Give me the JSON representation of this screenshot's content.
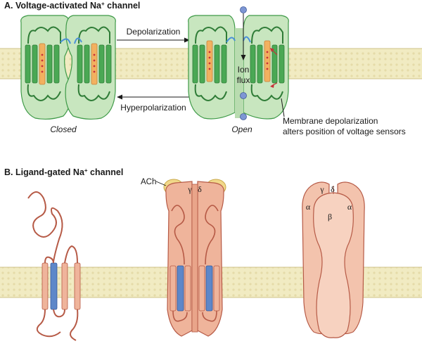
{
  "panel_a": {
    "title": "A. Voltage-activated Na",
    "title_sup": "+",
    "title_suffix": " channel",
    "arrow_top_label": "Depolarization",
    "arrow_bottom_label": "Hyperpolarization",
    "state_closed": "Closed",
    "state_open": "Open",
    "ion_label_1": "Ion",
    "ion_label_2": "flux",
    "note_line_1": "Membrane depolarization",
    "note_line_2": "alters position of voltage sensors"
  },
  "panel_b": {
    "title": "B. Ligand-gated Na",
    "title_sup": "+",
    "title_suffix": " channel",
    "ach_label": "ACh",
    "gamma": "γ",
    "delta": "δ",
    "alpha": "α",
    "beta": "β"
  },
  "colors": {
    "green_fill": "#c8e6bf",
    "green_stroke": "#3f9a48",
    "orange_sensor": "#f2b160",
    "red_dot": "#c8323a",
    "ion_blue": "#7d96d4",
    "membrane": "#f1ebc2",
    "salmon_fill": "#efb49b",
    "salmon_stroke": "#b65a46",
    "blue_helix": "#5d87c9",
    "ach_yellow": "#f1d88a"
  }
}
